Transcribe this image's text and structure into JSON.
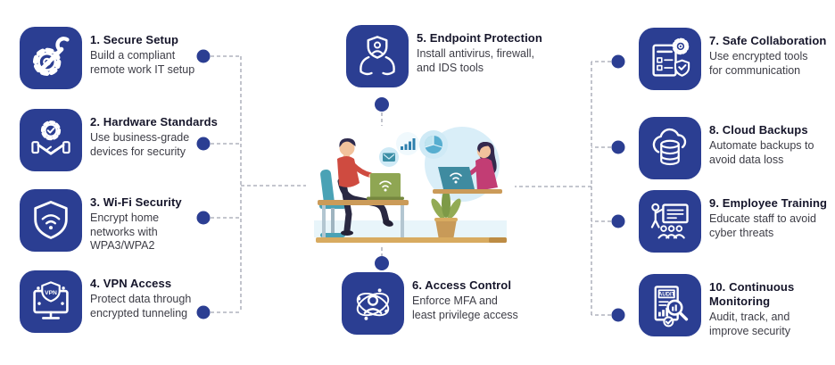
{
  "palette": {
    "accent_blue": "#2b3e92",
    "dashed_line": "#a0a3b0",
    "title_text": "#15152a",
    "body_text": "#3d3d46",
    "light_blue_bubble": "#d9eef8"
  },
  "steps": [
    {
      "title": "1. Secure Setup",
      "desc": "Build a compliant\nremote work IT setup",
      "icon": "gear-wrench-icon"
    },
    {
      "title": "2. Hardware Standards",
      "desc": "Use business-grade\ndevices for security",
      "icon": "handshake-gear-icon"
    },
    {
      "title": "3. Wi-Fi Security",
      "desc": "Encrypt home\nnetworks with\nWPA3/WPA2",
      "icon": "shield-wifi-icon"
    },
    {
      "title": "4. VPN Access",
      "desc": "Protect data through\nencrypted tunneling",
      "icon": "vpn-monitor-icon"
    },
    {
      "title": "5. Endpoint Protection",
      "desc": "Install antivirus, firewall,\nand IDS tools",
      "icon": "hands-shield-icon"
    },
    {
      "title": "6. Access Control",
      "desc": "Enforce MFA and\nleast privilege access",
      "icon": "user-orbit-icon"
    },
    {
      "title": "7. Safe Collaboration",
      "desc": "Use encrypted tools\nfor communication",
      "icon": "document-gear-shield-icon"
    },
    {
      "title": "8. Cloud Backups",
      "desc": "Automate backups to\navoid data loss",
      "icon": "cloud-database-icon"
    },
    {
      "title": "9. Employee Training",
      "desc": "Educate staff to avoid\ncyber threats",
      "icon": "trainer-board-icon"
    },
    {
      "title": "10. Continuous Monitoring",
      "desc": "Audit, track, and\nimprove security",
      "icon": "audit-magnifier-icon"
    }
  ],
  "icon_labels": {
    "vpn_label": "VPN",
    "audit_label": "AUDIT"
  },
  "illustration": {
    "description": "Two remote workers on laptops with wifi, video-call bubble, email, bar chart and pie chart bubbles, potted plant"
  }
}
